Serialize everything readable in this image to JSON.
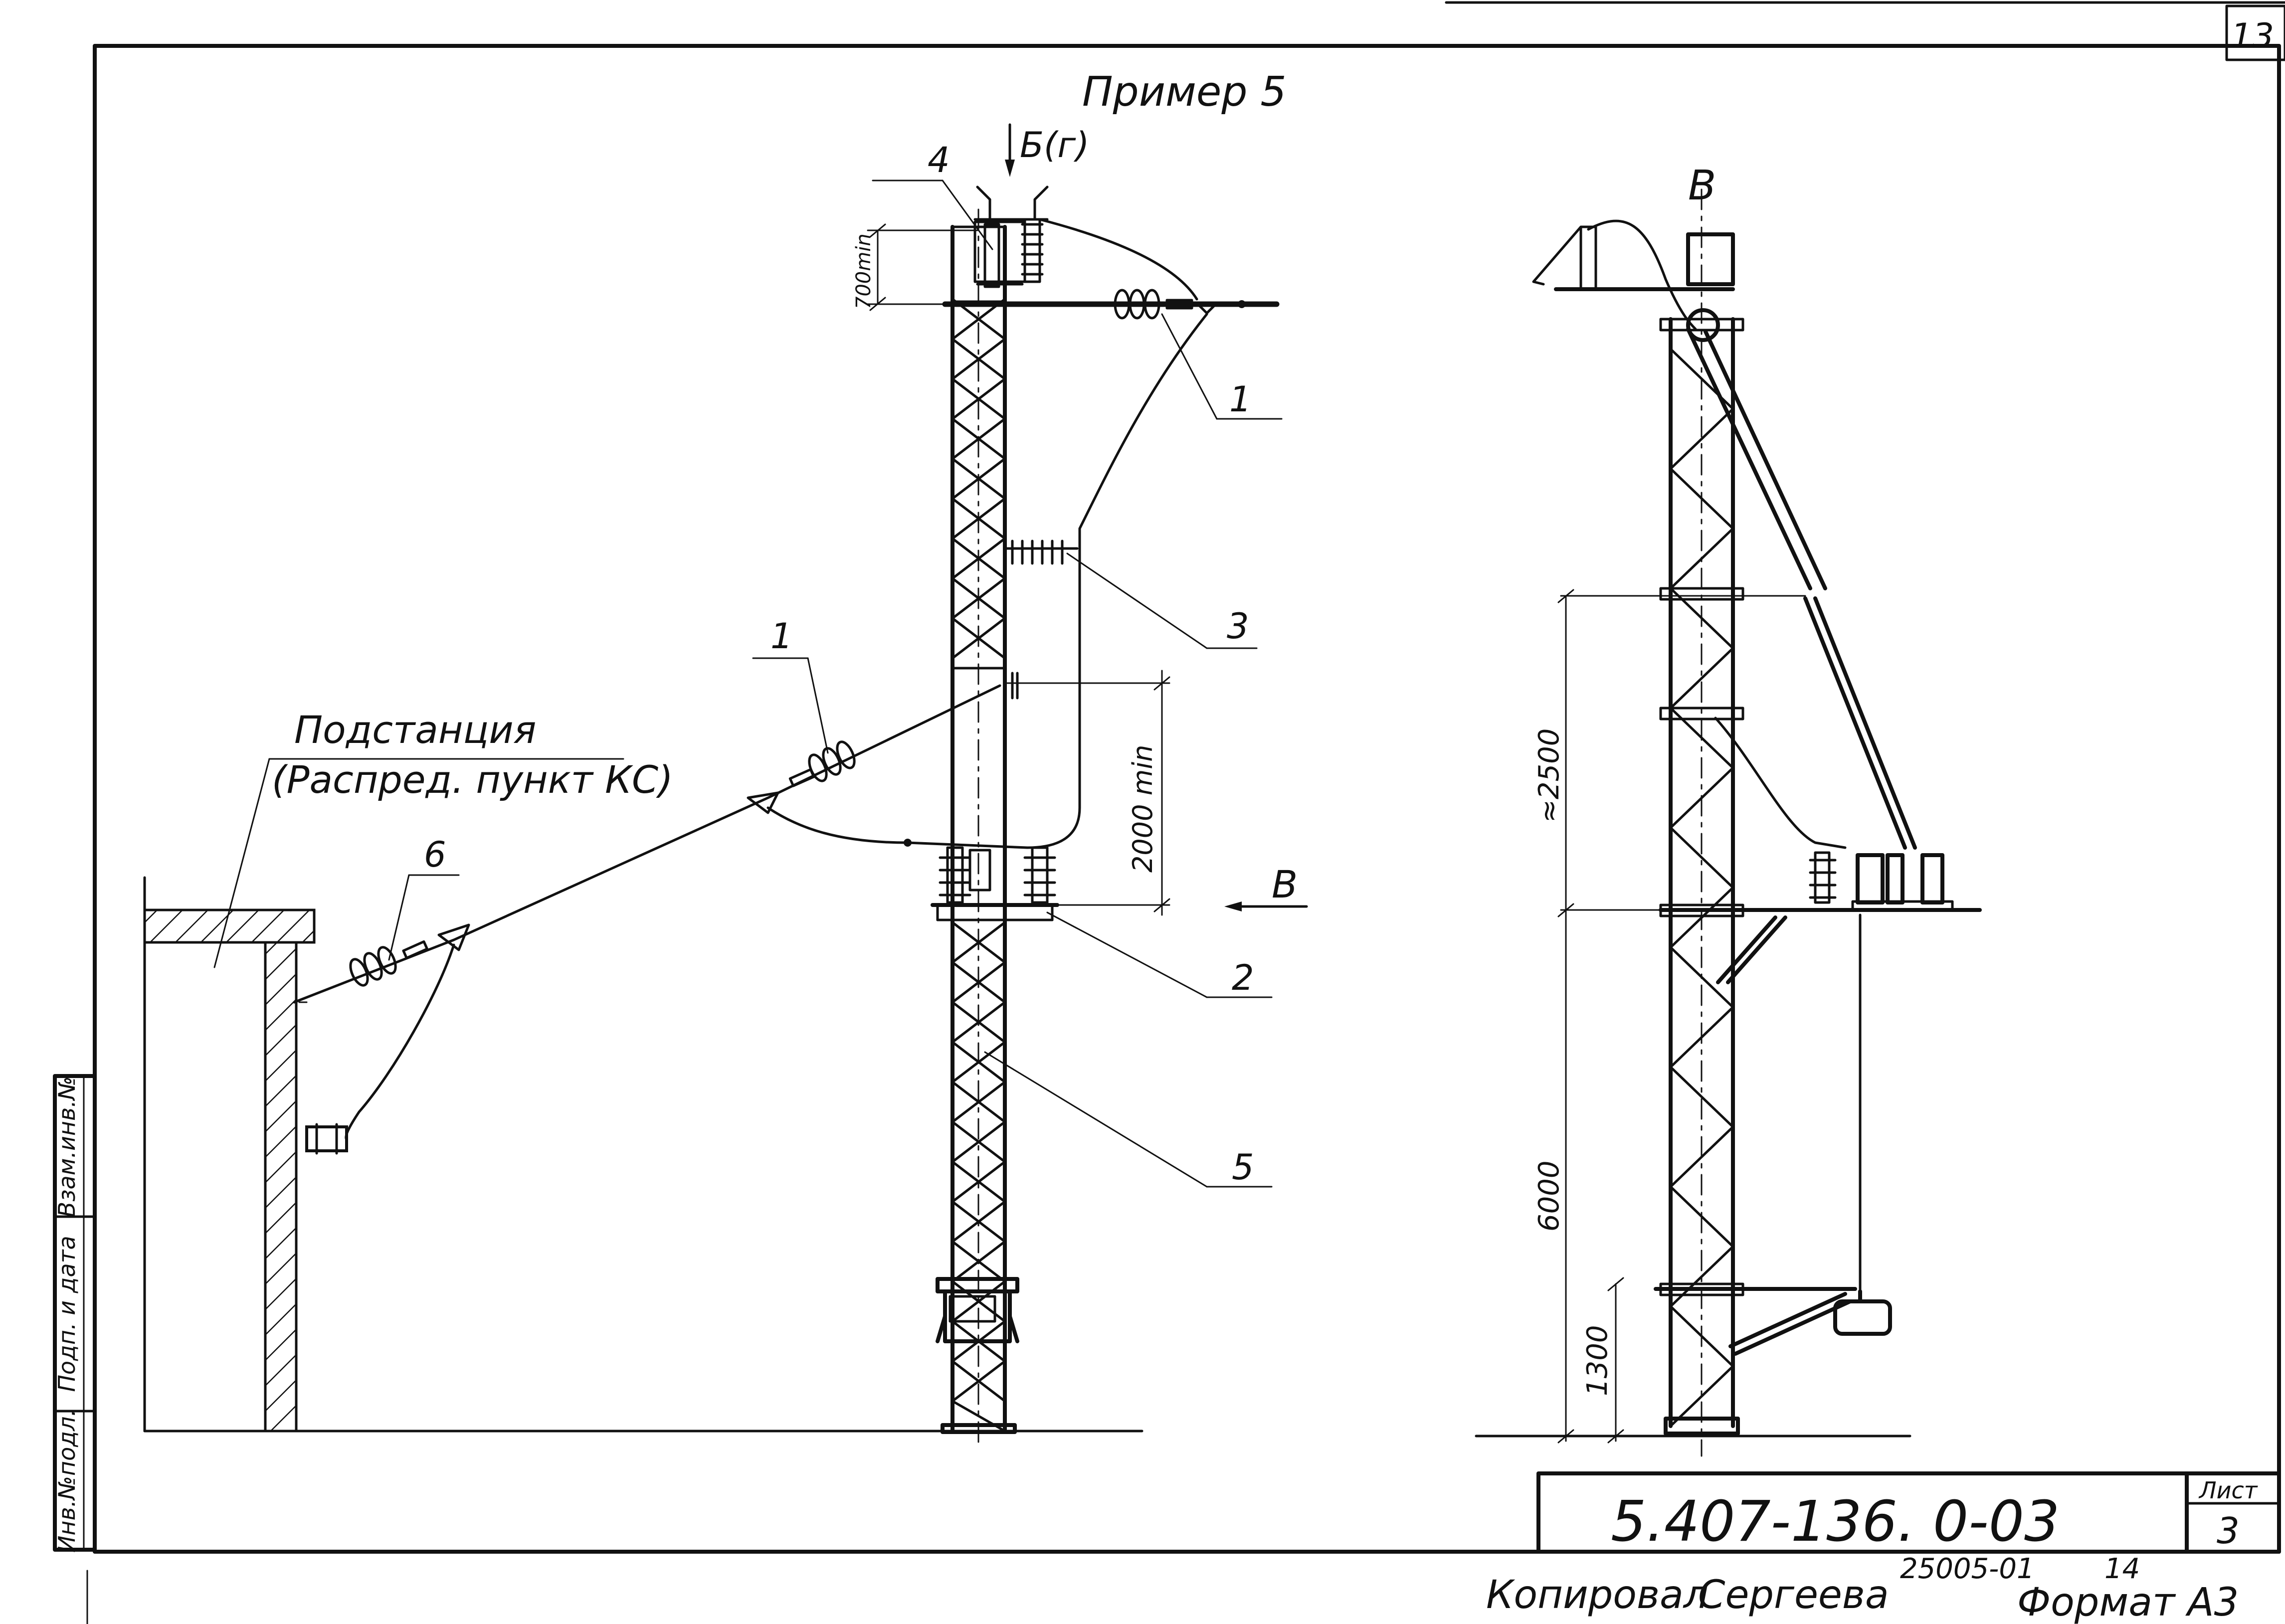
{
  "sheet_number": "13",
  "title": "Пример 5",
  "view_arrow_top": "Б(г)",
  "view_arrow_side": "В",
  "side_view_label": "В",
  "substation_label_line1": "Подстанция",
  "substation_label_line2": "(Распред. пункт КС)",
  "dimensions": {
    "top_gap": "700min",
    "mid_gap": "2000 min",
    "side_upper": "≈2500",
    "side_middle": "6000",
    "side_lower": "1300"
  },
  "callouts": {
    "c1_right": "1",
    "c1_left": "1",
    "c2": "2",
    "c3": "3",
    "c4": "4",
    "c5": "5",
    "c6": "6"
  },
  "side_stamp": {
    "col1": "Инв.№подл.",
    "col2": "Подп. и дата",
    "col3": "Взам.инв.№"
  },
  "title_block": {
    "document_code": "5.407-136. 0-03",
    "sheet_label": "Лист",
    "sheet_value": "3"
  },
  "footer": {
    "copied_by_label": "Копировал",
    "copied_by_name": "Сергеева",
    "order_number": "25005-01",
    "page_index": "14",
    "format_label": "Формат А3"
  }
}
